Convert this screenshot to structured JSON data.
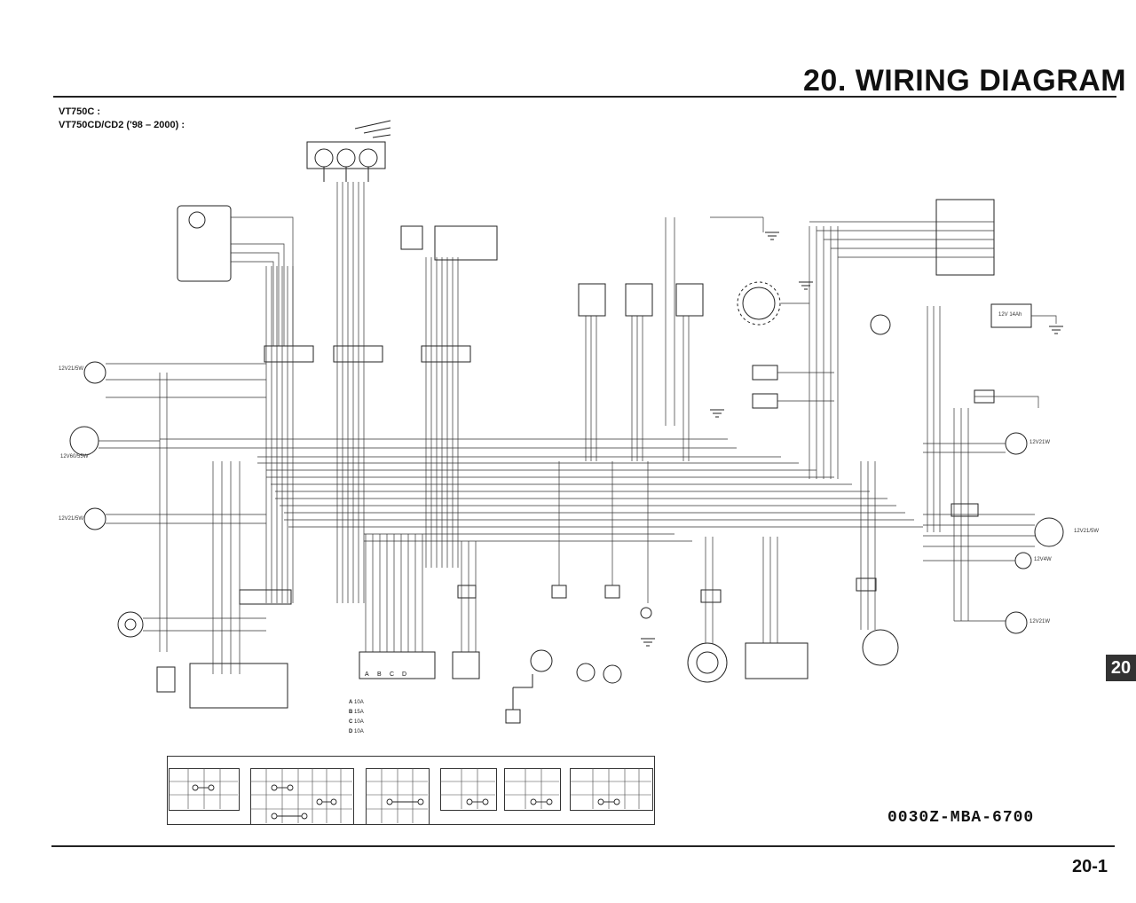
{
  "page": {
    "title": "20. WIRING DIAGRAM",
    "models": [
      "VT750C :",
      "VT750CD/CD2 ('98 – 2000) :"
    ],
    "section_tab": "20",
    "doc_code": "0030Z-MBA-6700",
    "page_number": "20-1"
  },
  "ratings": {
    "front_turn_right": "12V21/5W",
    "headlight": "12V60/55W",
    "front_turn_left": "12V21/5W",
    "rear_turn_right": "12V21W",
    "brake_tail": "12V21/5W",
    "license": "12V4W",
    "rear_turn_left": "12V21W",
    "battery": "12V 14Ah"
  },
  "fuses": [
    {
      "id": "A",
      "rating": "10A"
    },
    {
      "id": "B",
      "rating": "15A"
    },
    {
      "id": "C",
      "rating": "10A"
    },
    {
      "id": "D",
      "rating": "10A"
    }
  ],
  "fuse_box_letters": [
    "A",
    "B",
    "C",
    "D"
  ]
}
